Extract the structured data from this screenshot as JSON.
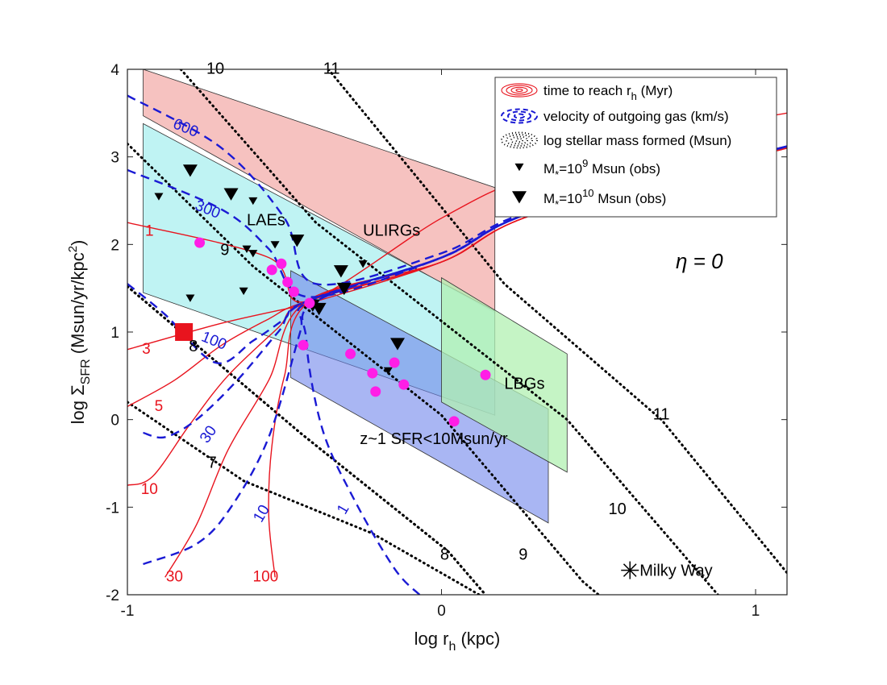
{
  "chart_data": {
    "type": "scatter",
    "title": "",
    "xlabel": "log r",
    "xlabel_sub": "h",
    "xlabel_unit": "(kpc)",
    "ylabel": "log Σ",
    "ylabel_sub": "SFR",
    "ylabel_unit": "(Msun/yr/kpc",
    "ylabel_sup": "2",
    "ylabel_close": ")",
    "xlim": [
      -1,
      1.1
    ],
    "ylim": [
      -2,
      4
    ],
    "xticks": [
      {
        "v": -1,
        "label": "-1"
      },
      {
        "v": 0,
        "label": "0"
      },
      {
        "v": 1,
        "label": "1"
      }
    ],
    "yticks": [
      {
        "v": -2,
        "label": "-2"
      },
      {
        "v": -1,
        "label": "-1"
      },
      {
        "v": 0,
        "label": "0"
      },
      {
        "v": 1,
        "label": "1"
      },
      {
        "v": 2,
        "label": "2"
      },
      {
        "v": 3,
        "label": "3"
      },
      {
        "v": 4,
        "label": "4"
      }
    ],
    "annotation": "η = 0",
    "colors": {
      "red": "#e8141e",
      "blue": "#1a1ad4",
      "black": "#000000",
      "ulirg": "#f5b7b5",
      "lae": "#b4f1f1",
      "z1": "#7f95ee",
      "lbg": "#b6f2b6",
      "magenta": "#ff1ee6"
    },
    "legend": {
      "position": "top-right",
      "entries": [
        {
          "label": "time to reach r",
          "sub": "h",
          "tail": " (Myr)"
        },
        {
          "label": "velocity of outgoing gas (km/s)",
          "sub": "",
          "tail": ""
        },
        {
          "label": "log stellar mass formed (Msun)",
          "sub": "",
          "tail": ""
        },
        {
          "label": "M",
          "sub": "*",
          "tail": "=10",
          "sup": "9",
          "tail2": " Msun (obs)"
        },
        {
          "label": "M",
          "sub": "*",
          "tail": "=10",
          "sup": "10",
          "tail2": " Msun (obs)"
        }
      ]
    },
    "regions": [
      {
        "name": "ULIRGs",
        "label": "ULIRGs",
        "label_at": [
          -0.25,
          2.1
        ],
        "fill": "#f5b7b5",
        "opacity": 0.85,
        "poly": [
          [
            -0.95,
            4.0
          ],
          [
            0.17,
            2.65
          ],
          [
            0.17,
            1.22
          ],
          [
            -0.95,
            3.47
          ]
        ]
      },
      {
        "name": "LAEs",
        "label": "LAEs",
        "label_at": [
          -0.62,
          2.22
        ],
        "fill": "#b4f1f1",
        "opacity": 0.85,
        "poly": [
          [
            -0.95,
            3.38
          ],
          [
            0.17,
            1.24
          ],
          [
            0.17,
            0.05
          ],
          [
            -0.95,
            1.45
          ]
        ]
      },
      {
        "name": "z1",
        "label": "z~1  SFR<10Msun/yr",
        "label_at": [
          -0.26,
          -0.28
        ],
        "fill": "#6f86eb",
        "opacity": 0.6,
        "poly": [
          [
            -0.48,
            1.7
          ],
          [
            0.34,
            0.12
          ],
          [
            0.34,
            -1.18
          ],
          [
            -0.48,
            0.48
          ]
        ]
      },
      {
        "name": "LBGs",
        "label": "LBGs",
        "label_at": [
          0.2,
          0.35
        ],
        "fill": "#b2f0b2",
        "opacity": 0.75,
        "poly": [
          [
            0.0,
            1.62
          ],
          [
            0.4,
            0.75
          ],
          [
            0.4,
            -0.6
          ],
          [
            0.0,
            0.2
          ]
        ]
      }
    ],
    "red_curves": [
      {
        "label": "1",
        "label_at": [
          -0.93,
          2.1
        ],
        "points": [
          [
            -1.0,
            2.25
          ],
          [
            -0.55,
            1.85
          ],
          [
            -0.43,
            1.35
          ],
          [
            0.0,
            2.3
          ],
          [
            0.3,
            2.8
          ],
          [
            0.8,
            3.3
          ],
          [
            1.1,
            3.5
          ]
        ]
      },
      {
        "label": "3",
        "label_at": [
          -0.94,
          0.75
        ],
        "points": [
          [
            -1.0,
            0.8
          ],
          [
            -0.7,
            1.1
          ],
          [
            -0.45,
            1.3
          ],
          [
            -0.4,
            1.35
          ],
          [
            0.0,
            1.8
          ],
          [
            0.3,
            2.35
          ],
          [
            1.1,
            3.1
          ]
        ]
      },
      {
        "label": "5",
        "label_at": [
          -0.9,
          0.1
        ],
        "points": [
          [
            -1.0,
            0.15
          ],
          [
            -0.85,
            0.45
          ],
          [
            -0.7,
            0.85
          ],
          [
            -0.55,
            1.15
          ],
          [
            -0.43,
            1.35
          ],
          [
            0.0,
            1.8
          ],
          [
            0.3,
            2.35
          ],
          [
            1.1,
            3.1
          ]
        ]
      },
      {
        "label": "10",
        "label_at": [
          -0.93,
          -0.85
        ],
        "points": [
          [
            -1.0,
            -0.75
          ],
          [
            -0.92,
            -0.65
          ],
          [
            -0.8,
            -0.05
          ],
          [
            -0.68,
            0.5
          ],
          [
            -0.52,
            1.05
          ],
          [
            -0.43,
            1.35
          ],
          [
            0.0,
            1.8
          ],
          [
            0.3,
            2.35
          ],
          [
            1.1,
            3.1
          ]
        ]
      },
      {
        "label": "30",
        "label_at": [
          -0.85,
          -1.85
        ],
        "points": [
          [
            -0.88,
            -1.8
          ],
          [
            -0.78,
            -1.2
          ],
          [
            -0.68,
            -0.35
          ],
          [
            -0.55,
            0.45
          ],
          [
            -0.43,
            1.35
          ],
          [
            0.0,
            1.8
          ],
          [
            0.3,
            2.35
          ],
          [
            1.1,
            3.1
          ]
        ]
      },
      {
        "label": "100",
        "label_at": [
          -0.56,
          -1.85
        ],
        "points": [
          [
            -0.53,
            -1.8
          ],
          [
            -0.55,
            -1.1
          ],
          [
            -0.54,
            -0.3
          ],
          [
            -0.5,
            0.5
          ],
          [
            -0.42,
            1.35
          ],
          [
            0.0,
            1.8
          ],
          [
            0.3,
            2.35
          ],
          [
            1.1,
            3.1
          ]
        ]
      }
    ],
    "blue_curves": [
      {
        "label": "600",
        "label_at": [
          -0.82,
          3.28
        ],
        "rot": 22,
        "points": [
          [
            -1.0,
            3.7
          ],
          [
            -0.7,
            3.1
          ],
          [
            -0.5,
            2.3
          ],
          [
            -0.4,
            1.55
          ],
          [
            0.0,
            1.9
          ],
          [
            0.3,
            2.4
          ],
          [
            1.1,
            3.12
          ]
        ]
      },
      {
        "label": "300",
        "label_at": [
          -0.75,
          2.35
        ],
        "rot": 22,
        "points": [
          [
            -1.0,
            2.85
          ],
          [
            -0.7,
            2.4
          ],
          [
            -0.55,
            1.95
          ],
          [
            -0.42,
            1.4
          ],
          [
            0.0,
            1.85
          ],
          [
            0.3,
            2.38
          ],
          [
            1.1,
            3.12
          ]
        ]
      },
      {
        "label": "100",
        "label_at": [
          -0.73,
          0.85
        ],
        "rot": 22,
        "points": [
          [
            -1.0,
            1.55
          ],
          [
            -0.88,
            1.2
          ],
          [
            -0.72,
            0.65
          ],
          [
            -0.6,
            0.9
          ],
          [
            -0.5,
            1.15
          ],
          [
            -0.43,
            1.35
          ],
          [
            0.0,
            1.85
          ],
          [
            0.3,
            2.38
          ],
          [
            1.1,
            3.12
          ]
        ]
      },
      {
        "label": "30",
        "label_at": [
          -0.73,
          -0.2
        ],
        "rot": -55,
        "points": [
          [
            -0.95,
            -0.15
          ],
          [
            -0.88,
            -0.2
          ],
          [
            -0.78,
            0.0
          ],
          [
            -0.65,
            0.45
          ],
          [
            -0.52,
            1.0
          ],
          [
            -0.43,
            1.35
          ],
          [
            0.0,
            1.85
          ],
          [
            0.3,
            2.38
          ],
          [
            1.1,
            3.12
          ]
        ]
      },
      {
        "label": "10",
        "label_at": [
          -0.56,
          -1.1
        ],
        "rot": -60,
        "points": [
          [
            -0.95,
            -1.65
          ],
          [
            -0.78,
            -1.42
          ],
          [
            -0.67,
            -1.0
          ],
          [
            -0.55,
            -0.2
          ],
          [
            -0.45,
            1.0
          ],
          [
            -0.42,
            1.35
          ],
          [
            0.0,
            1.85
          ],
          [
            0.3,
            2.38
          ],
          [
            1.1,
            3.12
          ]
        ]
      },
      {
        "label": "1",
        "label_at": [
          -0.3,
          -1.05
        ],
        "rot": -60,
        "points": [
          [
            -0.07,
            -2.0
          ],
          [
            -0.15,
            -1.7
          ],
          [
            -0.28,
            -0.9
          ],
          [
            -0.38,
            -0.1
          ],
          [
            -0.43,
            0.9
          ],
          [
            -0.4,
            1.35
          ],
          [
            0.0,
            1.85
          ],
          [
            0.3,
            2.38
          ],
          [
            1.1,
            3.12
          ]
        ]
      }
    ],
    "black_lines": [
      {
        "label": "7",
        "label_at": [
          -0.73,
          -0.55
        ],
        "points": [
          [
            -1.0,
            0.2
          ],
          [
            -0.63,
            -0.7
          ],
          [
            -0.22,
            -1.3
          ],
          [
            0.12,
            -2.0
          ]
        ]
      },
      {
        "label": "8",
        "label_at": [
          -0.79,
          0.78
        ],
        "points": [
          [
            -1.0,
            1.52
          ],
          [
            -0.45,
            -0.15
          ],
          [
            0.02,
            -1.5
          ],
          [
            0.14,
            -2.0
          ]
        ]
      },
      {
        "label": "8",
        "label_at": [
          0.01,
          -1.6
        ],
        "points": [
          [
            -1.0,
            1.52
          ],
          [
            -0.45,
            -0.15
          ],
          [
            0.02,
            -1.5
          ],
          [
            0.14,
            -2.0
          ]
        ],
        "hidden": true
      },
      {
        "label": "9",
        "label_at": [
          -0.69,
          1.88
        ],
        "points": [
          [
            -1.0,
            3.15
          ],
          [
            -0.6,
            1.75
          ],
          [
            0.0,
            0.05
          ],
          [
            0.45,
            -1.85
          ],
          [
            0.5,
            -2.0
          ]
        ]
      },
      {
        "label": "9",
        "label_at": [
          0.26,
          -1.6
        ],
        "points": [],
        "hidden": true
      },
      {
        "label": "10",
        "label_at": [
          -0.72,
          3.95
        ],
        "points": [
          [
            -0.83,
            4.0
          ],
          [
            -0.4,
            2.25
          ],
          [
            0.4,
            0.0
          ],
          [
            0.88,
            -2.0
          ]
        ]
      },
      {
        "label": "10",
        "label_at": [
          0.56,
          -1.08
        ],
        "points": [],
        "hidden": true
      },
      {
        "label": "11",
        "label_at": [
          -0.35,
          3.95
        ],
        "points": [
          [
            -0.36,
            4.0
          ],
          [
            0.2,
            1.55
          ],
          [
            0.7,
            0.0
          ],
          [
            1.1,
            -1.75
          ]
        ]
      },
      {
        "label": "11",
        "label_at": [
          0.7,
          0.0
        ],
        "points": [],
        "hidden": true
      }
    ],
    "series": [
      {
        "name": "M*=10^9 Msun (obs)",
        "marker": "small_triangle",
        "color": "#000000",
        "points": [
          [
            -0.8,
            1.39
          ],
          [
            -0.62,
            1.95
          ],
          [
            -0.6,
            1.9
          ],
          [
            -0.6,
            2.5
          ],
          [
            -0.53,
            2.0
          ],
          [
            -0.63,
            1.47
          ],
          [
            -0.25,
            1.78
          ],
          [
            -0.17,
            0.56
          ],
          [
            -0.9,
            2.55
          ]
        ]
      },
      {
        "name": "M*=10^10 Msun (obs)",
        "marker": "big_triangle",
        "color": "#000000",
        "points": [
          [
            -0.8,
            2.85
          ],
          [
            -0.67,
            2.58
          ],
          [
            -0.46,
            2.05
          ],
          [
            -0.32,
            1.7
          ],
          [
            -0.31,
            1.5
          ],
          [
            -0.41,
            1.31
          ],
          [
            -0.14,
            0.87
          ],
          [
            -0.39,
            1.27
          ]
        ]
      },
      {
        "name": "LAE sources",
        "marker": "circle",
        "color": "#ff1ee6",
        "points": [
          [
            -0.77,
            2.02
          ],
          [
            -0.54,
            1.71
          ],
          [
            -0.51,
            1.78
          ],
          [
            -0.49,
            1.57
          ],
          [
            -0.47,
            1.46
          ],
          [
            -0.42,
            1.33
          ],
          [
            -0.44,
            0.85
          ],
          [
            -0.29,
            0.75
          ],
          [
            -0.22,
            0.53
          ],
          [
            -0.21,
            0.32
          ],
          [
            -0.15,
            0.65
          ],
          [
            -0.12,
            0.4
          ],
          [
            0.04,
            -0.02
          ],
          [
            0.14,
            0.51
          ]
        ]
      },
      {
        "name": "red square",
        "marker": "square",
        "color": "#e8141e",
        "points": [
          [
            -0.82,
            1.0
          ]
        ]
      },
      {
        "name": "Milky Way",
        "marker": "asterisk",
        "color": "#000000",
        "points": [
          [
            0.6,
            -1.72
          ]
        ]
      }
    ],
    "milky_way_label": "Milky Way"
  }
}
